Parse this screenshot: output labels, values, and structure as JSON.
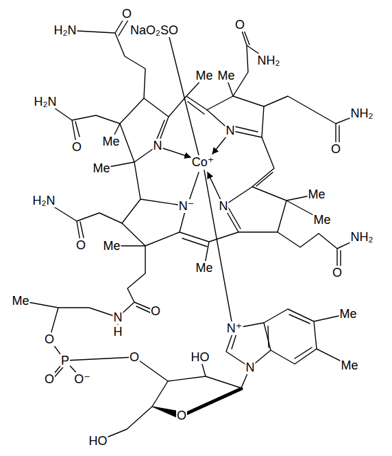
{
  "diagram": {
    "labels": [
      "H₂N",
      "O",
      "NaO₂SO",
      "O",
      "NH₂",
      "H₂N",
      "Me",
      "O",
      "Me",
      "N",
      "Me",
      "Me",
      "N",
      "Co⁺",
      "NH₂",
      "O",
      "H₂N",
      "N⁻",
      "N",
      "Me",
      "Me",
      "NH₂",
      "O",
      "O",
      "Me",
      "Me",
      "Me",
      "N",
      "H",
      "O",
      "N⁺",
      "Me",
      "Me",
      "N",
      "HO",
      "O",
      "P",
      "O",
      "O",
      "O⁻",
      "O",
      "HO"
    ]
  }
}
